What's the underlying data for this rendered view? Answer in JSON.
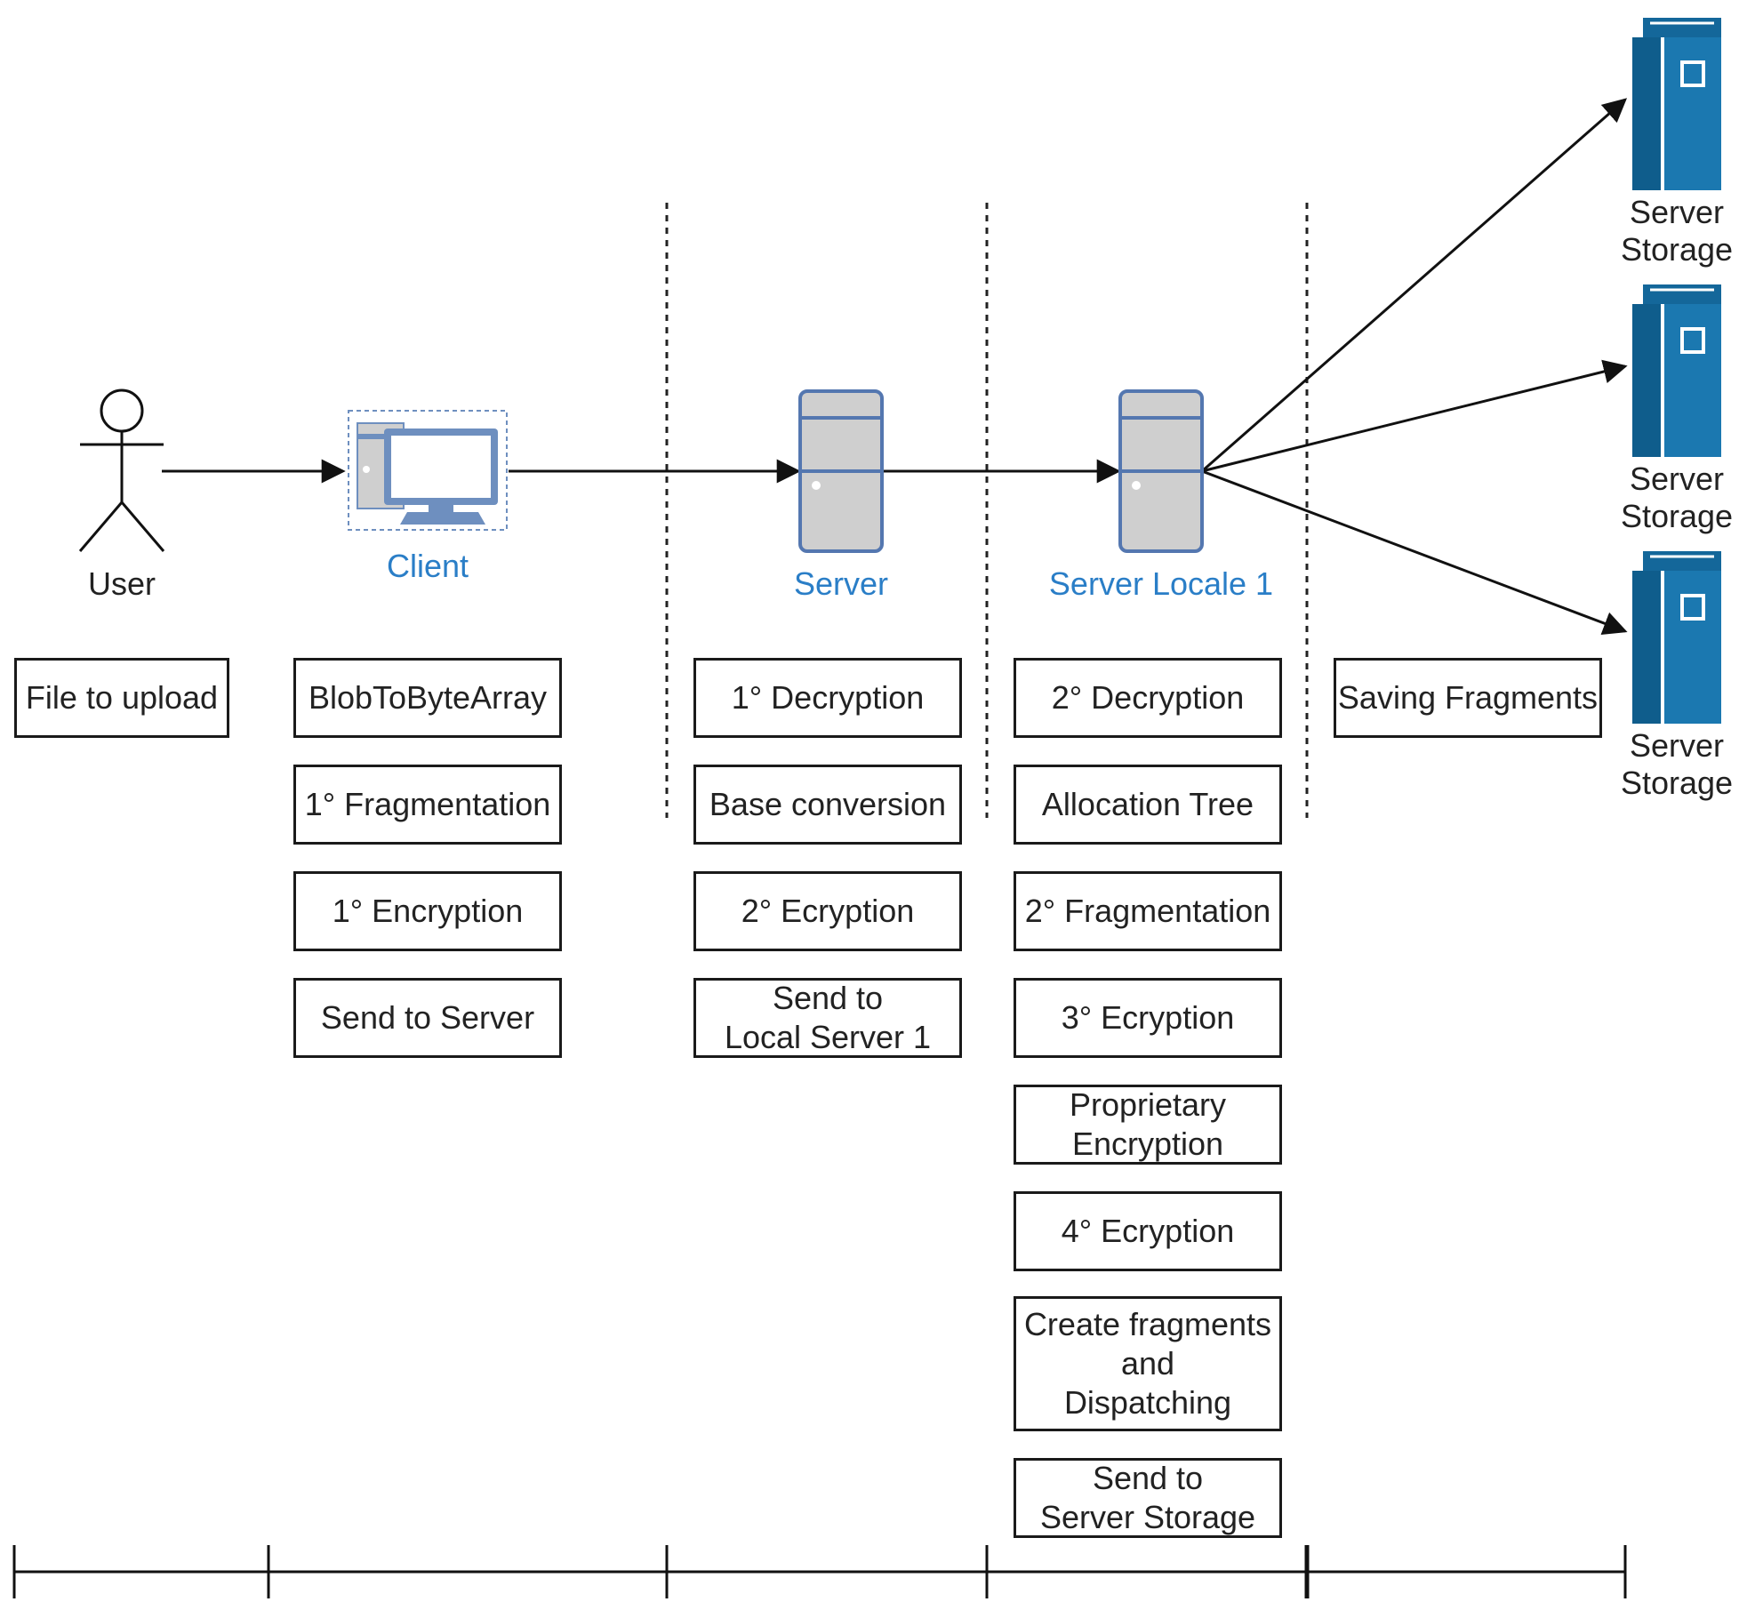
{
  "colors": {
    "accent_blue": "#2a7ec7",
    "server_gray": "#c9c9c9",
    "server_border": "#5477b0",
    "storage_blue": "#14679a"
  },
  "actors": {
    "user": {
      "label": "User",
      "icon": "stick-figure-icon"
    },
    "client": {
      "label": "Client",
      "icon": "desktop-computer-icon"
    },
    "server": {
      "label": "Server",
      "icon": "server-tower-icon"
    },
    "server_locale": {
      "label": "Server Locale 1",
      "icon": "server-tower-icon"
    },
    "storages": [
      {
        "label": "Server\nStorage",
        "icon": "storage-rack-icon"
      },
      {
        "label": "Server\nStorage",
        "icon": "storage-rack-icon"
      },
      {
        "label": "Server\nStorage",
        "icon": "storage-rack-icon"
      }
    ]
  },
  "lanes": {
    "user": [
      "File to upload"
    ],
    "client": [
      "BlobToByteArray",
      "1° Fragmentation",
      "1° Encryption",
      "Send to Server"
    ],
    "server": [
      "1° Decryption",
      "Base conversion",
      "2° Ecryption",
      "Send to\nLocal Server 1"
    ],
    "server_locale": [
      "2° Decryption",
      "Allocation Tree",
      "2° Fragmentation",
      "3° Ecryption",
      "Proprietary\nEncryption",
      "4° Ecryption",
      "Create fragments\nand\nDispatching",
      "Send to\nServer Storage"
    ],
    "storage": [
      "Saving Fragments"
    ]
  }
}
